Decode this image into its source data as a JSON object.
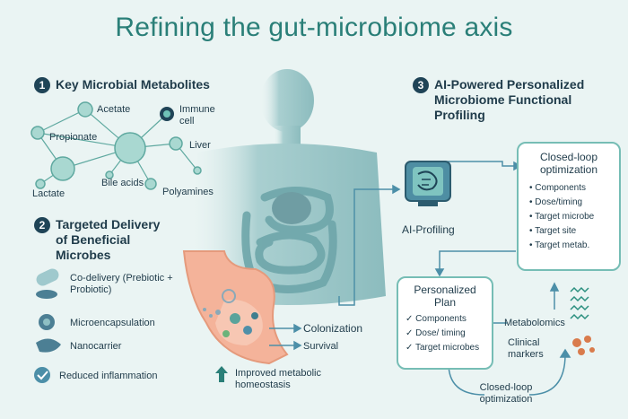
{
  "title": "Refining the gut-microbiome axis",
  "section1": {
    "number": "1",
    "title": "Key Microbial Metabolites",
    "nodes": [
      "Acetate",
      "Immune cell",
      "Propionate",
      "Liver",
      "Bile acids",
      "Polyamines",
      "Lactate"
    ]
  },
  "section2": {
    "number": "2",
    "title": "Targeted Delivery of Beneficial Microbes",
    "items": [
      "Co-delivery (Prebiotic + Probiotic)",
      "Microencapsulation",
      "Nanocarrier",
      "Reduced inflammation"
    ]
  },
  "outcomes": {
    "colonization": "Colonization",
    "survival": "Survival",
    "improved": "Improved metabolic homeostasis"
  },
  "section3": {
    "number": "3",
    "title": "AI-Powered Personalized Microbiome Functional Profiling",
    "ai_label": "AI-Profiling",
    "closed_loop_box": {
      "title": "Closed-loop optimization",
      "items": [
        "Components",
        "Dose/timing",
        "Target microbe",
        "Target site",
        "Target metab."
      ]
    },
    "plan_box": {
      "title": "Personalized Plan",
      "items": [
        "Components",
        "Dose/ timing",
        "Target microbes"
      ]
    },
    "metabolomics": "Metabolomics",
    "clinical_markers": "Clinical markers",
    "closed_loop_bottom": "Closed-loop optimization"
  },
  "colors": {
    "accent": "#2a7f78",
    "node": "#9fd3cc",
    "node_stroke": "#5fa9a0",
    "body": "#8fbfc0",
    "stomach": "#f2a98e",
    "dark": "#1f4457"
  }
}
